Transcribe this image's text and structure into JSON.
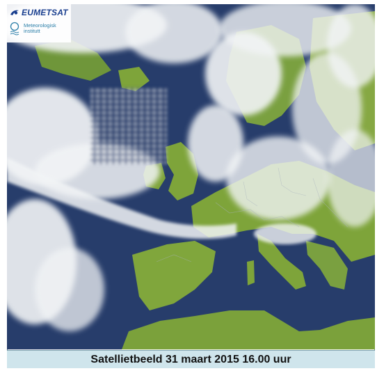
{
  "logo": {
    "eumetsat": "EUMETSAT",
    "met_line1": "Meteorologisk",
    "met_line2": "institutt"
  },
  "caption": "Satellietbeeld 31 maart 2015 16.00 uur",
  "image_subject": "Satellite view of Western Europe and North Atlantic with cloud cover",
  "colors": {
    "ocean": "#243a66",
    "land": "#7ea43a",
    "cloud": "#f2f4f6",
    "caption_bg": "#cfe5ec",
    "logo_blue": "#1a3f8f"
  }
}
